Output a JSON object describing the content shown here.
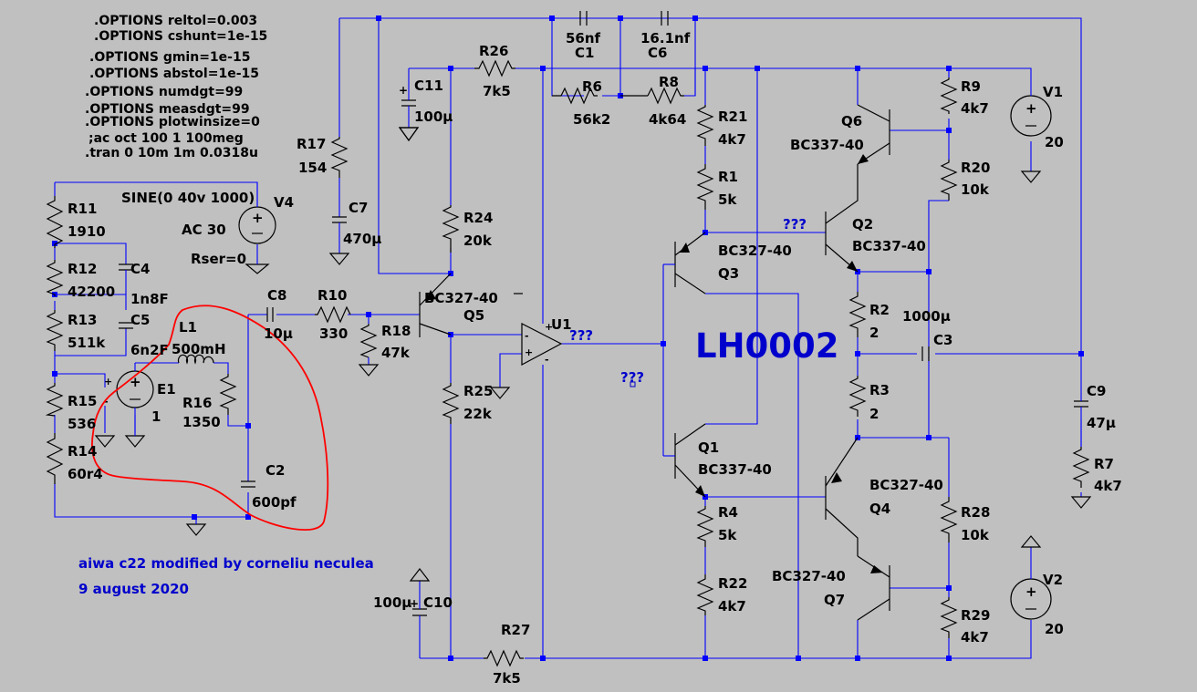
{
  "directives": [
    ".OPTIONS reltol=0.003",
    ".OPTIONS cshunt=1e-15",
    ".OPTIONS gmin=1e-15",
    ".OPTIONS abstol=1e-15",
    ".OPTIONS numdgt=99",
    ".OPTIONS measdgt=99",
    ".OPTIONS plotwinsize=0",
    ";ac oct 100 1 100meg",
    ".tran 0 10m 1m 0.0318u"
  ],
  "components": {
    "R11": {
      "name": "R11",
      "value": "1910"
    },
    "R12": {
      "name": "R12",
      "value": "42200"
    },
    "R13": {
      "name": "R13",
      "value": "511k"
    },
    "R15": {
      "name": "R15",
      "value": "536"
    },
    "R14": {
      "name": "R14",
      "value": "60r4"
    },
    "C4": {
      "name": "C4",
      "value": "1n8F"
    },
    "C5": {
      "name": "C5",
      "value": "6n2F"
    },
    "V4": {
      "name": "V4",
      "line1": "SINE(0 40v 1000)",
      "line2": "AC 30",
      "line3": "Rser=0"
    },
    "L1": {
      "name": "L1",
      "value": "500mH"
    },
    "E1": {
      "name": "E1",
      "value": "1"
    },
    "R16": {
      "name": "R16",
      "value": "1350"
    },
    "C2": {
      "name": "C2",
      "value": "600pf"
    },
    "C8": {
      "name": "C8",
      "value": "10µ"
    },
    "R10": {
      "name": "R10",
      "value": "330"
    },
    "R18": {
      "name": "R18",
      "value": "47k"
    },
    "R17": {
      "name": "R17",
      "value": "154"
    },
    "C7": {
      "name": "C7",
      "value": "470µ"
    },
    "C11": {
      "name": "C11",
      "value": "100µ"
    },
    "R26": {
      "name": "R26",
      "value": "7k5"
    },
    "R24": {
      "name": "R24",
      "value": "20k"
    },
    "Q5": {
      "name": "Q5",
      "value": "BC327-40"
    },
    "R25": {
      "name": "R25",
      "value": "22k"
    },
    "C10": {
      "name": "C10",
      "value": "100µ"
    },
    "R27": {
      "name": "R27",
      "value": "7k5"
    },
    "U1": {
      "name": "U1",
      "value": "???"
    },
    "C1": {
      "name": "C1",
      "value": "56nf"
    },
    "C6": {
      "name": "C6",
      "value": "16.1nf"
    },
    "R6": {
      "name": "R6",
      "value": "56k2"
    },
    "R8": {
      "name": "R8",
      "value": "4k64"
    },
    "R21": {
      "name": "R21",
      "value": "4k7"
    },
    "R1": {
      "name": "R1",
      "value": "5k"
    },
    "Q3": {
      "name": "Q3",
      "value": "BC327-40"
    },
    "Q1": {
      "name": "Q1",
      "value": "BC337-40"
    },
    "R4": {
      "name": "R4",
      "value": "5k"
    },
    "R22": {
      "name": "R22",
      "value": "4k7"
    },
    "Q6": {
      "name": "Q6",
      "value": "BC337-40"
    },
    "Q2": {
      "name": "Q2",
      "value": "BC337-40"
    },
    "R9": {
      "name": "R9",
      "value": "4k7"
    },
    "R20": {
      "name": "R20",
      "value": "10k"
    },
    "V1": {
      "name": "V1",
      "value": "20"
    },
    "R2": {
      "name": "R2",
      "value": "2"
    },
    "R3": {
      "name": "R3",
      "value": "2"
    },
    "C3": {
      "name": "C3",
      "value": "1000µ"
    },
    "Q4": {
      "name": "Q4",
      "value": "BC327-40"
    },
    "Q7": {
      "name": "Q7",
      "value": "BC327-40"
    },
    "R28": {
      "name": "R28",
      "value": "10k"
    },
    "R29": {
      "name": "R29",
      "value": "4k7"
    },
    "V2": {
      "name": "V2",
      "value": "20"
    },
    "C9": {
      "name": "C9",
      "value": "47µ"
    },
    "R7": {
      "name": "R7",
      "value": "4k7"
    }
  },
  "unknown_labels": [
    "???",
    "???"
  ],
  "block_label": "LH0002",
  "credits": [
    "aiwa c22 modified by corneliu neculea",
    "9 august 2020"
  ],
  "colors": {
    "background": "#c0c0c0",
    "wire": "#0000ff",
    "component": "#000000",
    "label_blue": "#0000cc",
    "highlight": "#ff0000"
  }
}
